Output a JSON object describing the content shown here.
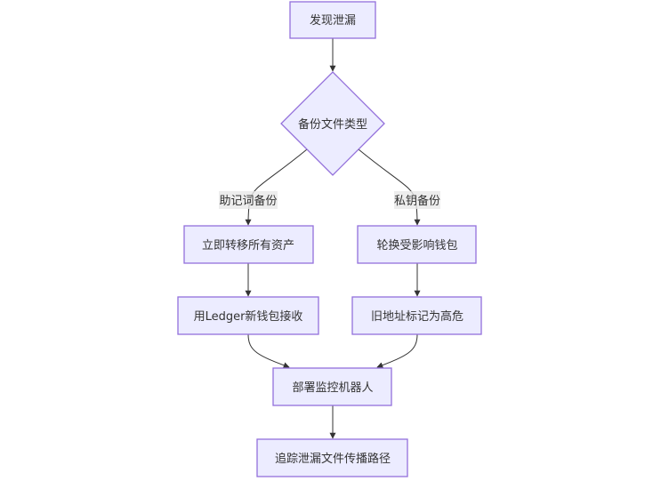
{
  "diagram": {
    "type": "flowchart",
    "direction": "top-down",
    "nodes": {
      "discover_leak": {
        "label": "发现泄漏",
        "shape": "rect"
      },
      "backup_type": {
        "label": "备份文件类型",
        "shape": "diamond"
      },
      "transfer_assets": {
        "label": "立即转移所有资产",
        "shape": "rect"
      },
      "rotate_wallets": {
        "label": "轮换受影响钱包",
        "shape": "rect"
      },
      "ledger_receive": {
        "label": "用Ledger新钱包接收",
        "shape": "rect"
      },
      "mark_high_risk": {
        "label": "旧地址标记为高危",
        "shape": "rect"
      },
      "deploy_bot": {
        "label": "部署监控机器人",
        "shape": "rect"
      },
      "trace_leak": {
        "label": "追踪泄漏文件传播路径",
        "shape": "rect"
      }
    },
    "edges": [
      {
        "from": "discover_leak",
        "to": "backup_type",
        "label": ""
      },
      {
        "from": "backup_type",
        "to": "transfer_assets",
        "label": "助记词备份"
      },
      {
        "from": "backup_type",
        "to": "rotate_wallets",
        "label": "私钥备份"
      },
      {
        "from": "transfer_assets",
        "to": "ledger_receive",
        "label": ""
      },
      {
        "from": "rotate_wallets",
        "to": "mark_high_risk",
        "label": ""
      },
      {
        "from": "ledger_receive",
        "to": "deploy_bot",
        "label": ""
      },
      {
        "from": "mark_high_risk",
        "to": "deploy_bot",
        "label": ""
      },
      {
        "from": "deploy_bot",
        "to": "trace_leak",
        "label": ""
      }
    ],
    "edge_labels": {
      "mnemonic_backup": "助记词备份",
      "private_key_backup": "私钥备份"
    },
    "colors": {
      "node_fill": "#ececff",
      "node_stroke": "#9370db",
      "edge": "#333333",
      "text": "#333333",
      "label_bg": "#e8e8e8"
    }
  }
}
